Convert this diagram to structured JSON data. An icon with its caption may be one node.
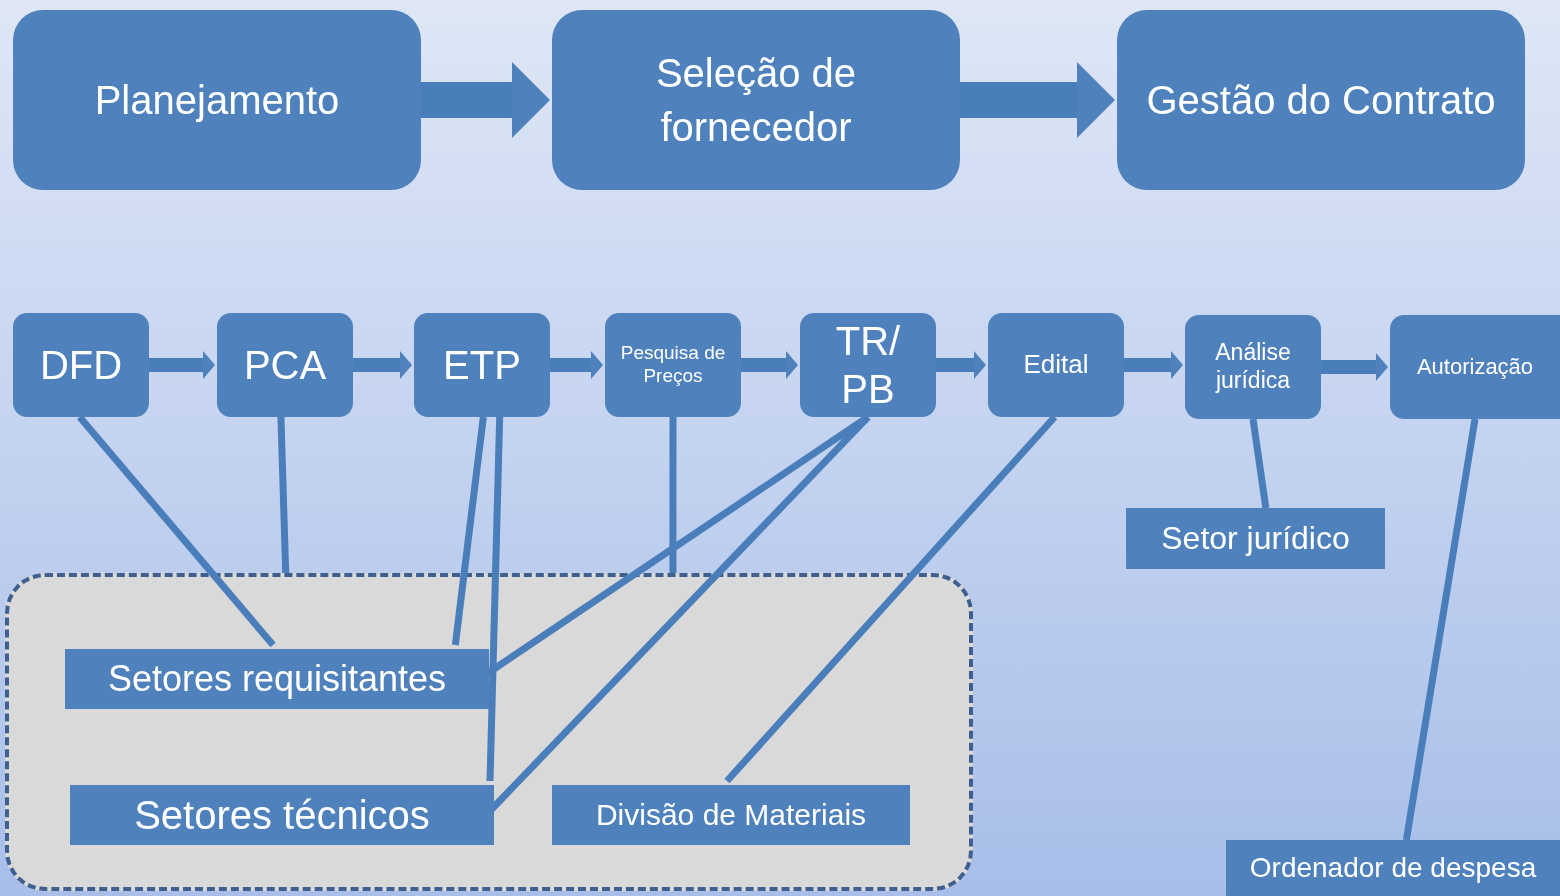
{
  "diagram": {
    "nodes": [
      {
        "text": [
          "Planejamento"
        ]
      },
      {
        "text": [
          "Seleção de fornecedor"
        ]
      },
      {
        "text": [
          "Gestão do Contrato"
        ]
      },
      {
        "text": [
          "DFD"
        ]
      },
      {
        "text": [
          "PCA"
        ]
      },
      {
        "text": [
          "ETP"
        ]
      },
      {
        "text": [
          "Pesquisa de Preços"
        ]
      },
      {
        "text": [
          "TR/ PB"
        ]
      },
      {
        "text": [
          "Edital"
        ]
      },
      {
        "text": [
          "Análise jurídica"
        ]
      },
      {
        "text": [
          "Autorização"
        ]
      },
      {
        "text": [],
        "shape": "box"
      },
      {
        "text": [
          "Setores requisitantes"
        ],
        "in": 11
      },
      {
        "text": [
          "Setores técnicos"
        ],
        "in": 11
      },
      {
        "text": [
          "Divisão de Materiais"
        ],
        "in": 11
      },
      {
        "text": [
          "Setor jurídico"
        ]
      },
      {
        "text": [
          "Ordenador de despesa"
        ]
      }
    ],
    "edges": [
      {
        "from": 0,
        "to": 1,
        "arrow": "to",
        "style": "thick"
      },
      {
        "from": 1,
        "to": 2,
        "arrow": "to",
        "style": "thick"
      },
      {
        "from": 3,
        "to": 4,
        "arrow": "to",
        "style": "thick"
      },
      {
        "from": 4,
        "to": 5,
        "arrow": "to",
        "style": "thick"
      },
      {
        "from": 5,
        "to": 6,
        "arrow": "to",
        "style": "thick"
      },
      {
        "from": 6,
        "to": 7,
        "arrow": "to",
        "style": "thick"
      },
      {
        "from": 7,
        "to": 8,
        "arrow": "to",
        "style": "thick"
      },
      {
        "from": 8,
        "to": 9,
        "arrow": "to",
        "style": "thick"
      },
      {
        "from": 9,
        "to": 10,
        "arrow": "to",
        "style": "thick"
      },
      {
        "from": 3,
        "to": 12,
        "arrow": "none"
      },
      {
        "from": 4,
        "to": 11,
        "arrow": "none"
      },
      {
        "from": 5,
        "to": 13,
        "arrow": "none"
      },
      {
        "from": 5,
        "to": 12,
        "arrow": "none"
      },
      {
        "from": 6,
        "to": 11,
        "arrow": "none"
      },
      {
        "from": 7,
        "to": 12,
        "arrow": "none"
      },
      {
        "from": 7,
        "to": 13,
        "arrow": "none"
      },
      {
        "from": 8,
        "to": 14,
        "arrow": "none"
      },
      {
        "from": 9,
        "to": 15,
        "arrow": "none"
      },
      {
        "from": 10,
        "to": 16,
        "arrow": "none"
      }
    ]
  }
}
